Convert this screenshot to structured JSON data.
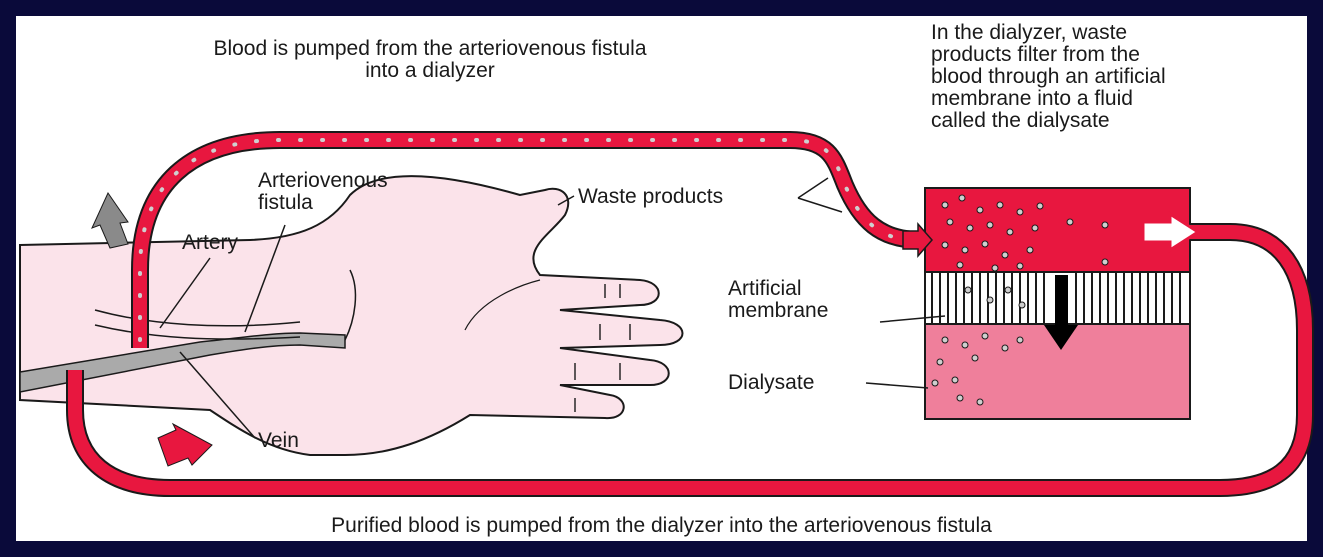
{
  "labels": {
    "top_caption": [
      "Blood is pumped from the arteriovenous fistula",
      "into a dialyzer"
    ],
    "dialyzer_caption": [
      "In the dialyzer, waste",
      "products filter from the",
      "blood through an artificial",
      "membrane into a fluid",
      "called the dialysate"
    ],
    "arteriovenous_fistula": [
      "Arteriovenous",
      "fistula"
    ],
    "artery": "Artery",
    "vein": "Vein",
    "waste_products": "Waste products",
    "artificial_membrane": [
      "Artificial",
      "membrane"
    ],
    "dialysate": "Dialysate",
    "bottom_caption": "Purified blood is pumped from the dialyzer into the arteriovenous fistula"
  },
  "colors": {
    "frame": "#0a0a3a",
    "background": "#ffffff",
    "blood": "#e8173f",
    "blood_outline": "#1a1a1a",
    "dialysate": "#ef7f9b",
    "skin": "#fbe3ea",
    "vessel": "#aaaaaa",
    "flow_arrow_up": "#8a8a8a",
    "flow_arrow_in": "#e8173f",
    "filter_arrow": "#000000"
  },
  "icons": {
    "up_arrow": "gray-flow-arrow-icon",
    "return_arrow": "red-flow-arrow-icon",
    "filtration_arrow": "black-down-arrow-icon",
    "inflow_arrow": "outlined-arrow-icon"
  }
}
